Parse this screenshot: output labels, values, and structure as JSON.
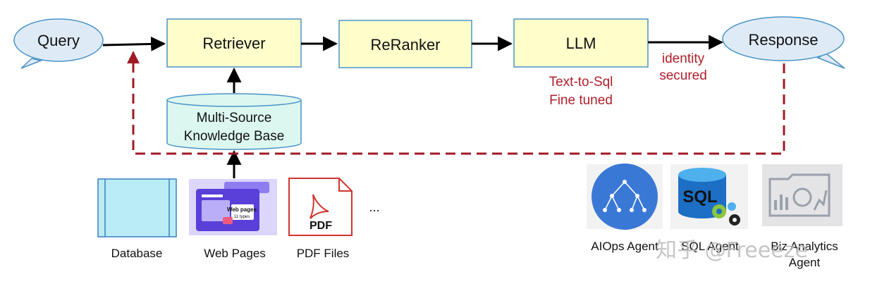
{
  "nodes": {
    "query": "Query",
    "retriever": "Retriever",
    "reranker": "ReRanker",
    "llm": "LLM",
    "response": "Response",
    "kb_line1": "Multi-Source",
    "kb_line2": "Knowledge Base"
  },
  "annotations": {
    "llm_line1": "Text-to-Sql",
    "llm_line2": "Fine tuned",
    "response_line1": "identity",
    "response_line2": "secured"
  },
  "sources": {
    "database": "Database",
    "web_pages": "Web Pages",
    "pdf_files": "PDF Files",
    "ellipsis": "...",
    "web_thumb_title": "Web pages",
    "web_thumb_sub": "11 types",
    "pdf_label": "PDF"
  },
  "agents": {
    "aiops": "AIOps Agent",
    "sql": "SQL Agent",
    "sql_icon_text": "SQL",
    "biz_line1": "Biz Analytics",
    "biz_line2": "Agent"
  },
  "watermark": "知乎 @Freeeze",
  "colors": {
    "box_fill": "#ffffcc",
    "box_stroke": "#4a93c8",
    "cloud_fill": "#deebf7",
    "cyl_fill": "#dcf7ef",
    "red": "#b01e2b",
    "aiops_blue": "#3a78d6"
  }
}
